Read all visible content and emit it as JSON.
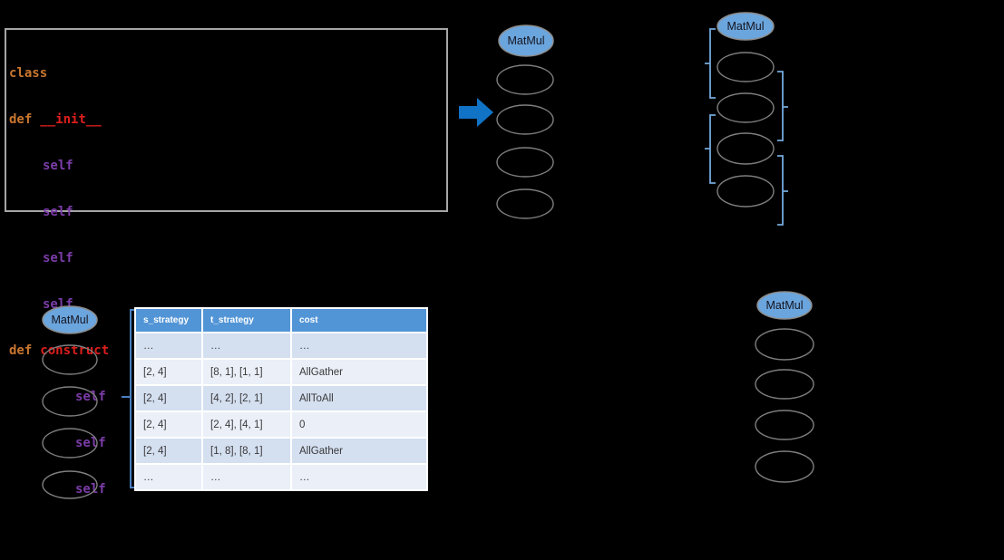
{
  "colors": {
    "background": "#000000",
    "arrow_blue": "#1173C6",
    "node_fill_blue": "#6BA5DD",
    "node_stroke_gray": "#7F7F7F",
    "brace_blue": "#74A9DC",
    "table_brace_blue": "#4B80C2",
    "table_header_bg": "#5295D6",
    "table_row_blue": "#D4DFF0",
    "table_row_light": "#EAEFF8",
    "code_keyword_orange": "#C9762F",
    "code_function_red": "#DD1F1C",
    "code_self_purple": "#7B3CA8",
    "code_border_gray": "#A6A6A6"
  },
  "code_panel": {
    "kw_class": "class",
    "kw_def": "def",
    "fn_init": "__init__",
    "fn_construct": "construct",
    "self_token": "self"
  },
  "graphs": {
    "op_label": "MatMul"
  },
  "strategy_table": {
    "headers": [
      "s_strategy",
      "t_strategy",
      "cost"
    ],
    "rows": [
      [
        "…",
        "…",
        "…"
      ],
      [
        "[2, 4]",
        "[8, 1], [1, 1]",
        "AllGather"
      ],
      [
        "[2, 4]",
        "[4, 2], [2, 1]",
        "AllToAll"
      ],
      [
        "[2, 4]",
        "[2, 4], [4, 1]",
        "0"
      ],
      [
        "[2, 4]",
        "[1, 8], [8, 1]",
        "AllGather"
      ],
      [
        "…",
        "…",
        "…"
      ]
    ]
  }
}
